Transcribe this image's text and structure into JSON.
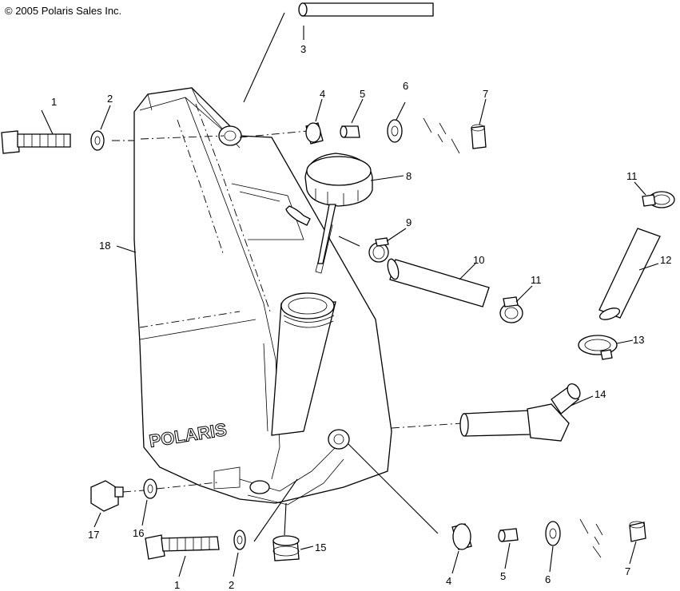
{
  "copyright": "© 2005 Polaris Sales Inc.",
  "brand_text": "POLARIS",
  "callouts": {
    "c1_top": "1",
    "c2_top": "2",
    "c3": "3",
    "c4_top": "4",
    "c5_top": "5",
    "c6_top": "6",
    "c7_top": "7",
    "c8": "8",
    "c9": "9",
    "c10": "10",
    "c11_top": "11",
    "c11_mid": "11",
    "c12": "12",
    "c13": "13",
    "c14": "14",
    "c15": "15",
    "c16": "16",
    "c17": "17",
    "c18": "18",
    "c1_bot": "1",
    "c2_bot": "2",
    "c4_bot": "4",
    "c5_bot": "5",
    "c6_bot": "6",
    "c7_bot": "7"
  }
}
